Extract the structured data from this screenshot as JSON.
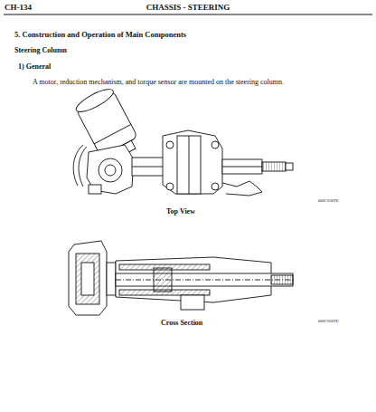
{
  "diagram": {
    "title": "CHASSIS - STEERING",
    "labels": [
      "CH-134",
      "5.  Construction and Operation of Main Components",
      "Steering Column",
      "1)  General",
      "A motor, reduction mechanism, and torque sensor are mounted on the steering column.",
      "Top View",
      "00SCS30TE",
      "Cross Section",
      "00SCS20TE"
    ]
  }
}
